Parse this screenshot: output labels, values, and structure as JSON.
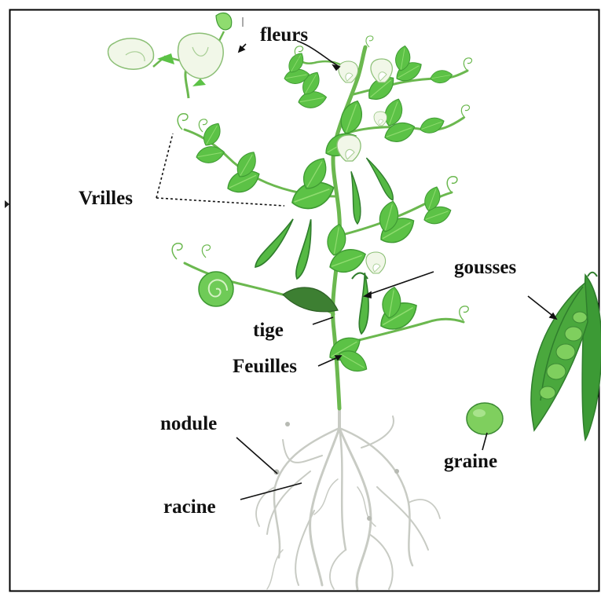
{
  "labels": {
    "fleurs": "fleurs",
    "vrilles": "Vrilles",
    "gousses": "gousses",
    "tige": "tige",
    "feuilles": "Feuilles",
    "nodule": "nodule",
    "graine": "graine",
    "racine": "racine"
  },
  "colors": {
    "border": "#000000",
    "leaf": "#5cc246",
    "leaf_dark": "#3f9a33",
    "leaf_light": "#8fdc6f",
    "stem": "#6bb84f",
    "pod": "#55b944",
    "pod_dark": "#2f7d2c",
    "pea": "#7fcf5e",
    "flower": "#f1f7e8",
    "root": "#c8cbc4",
    "text": "#111111"
  }
}
